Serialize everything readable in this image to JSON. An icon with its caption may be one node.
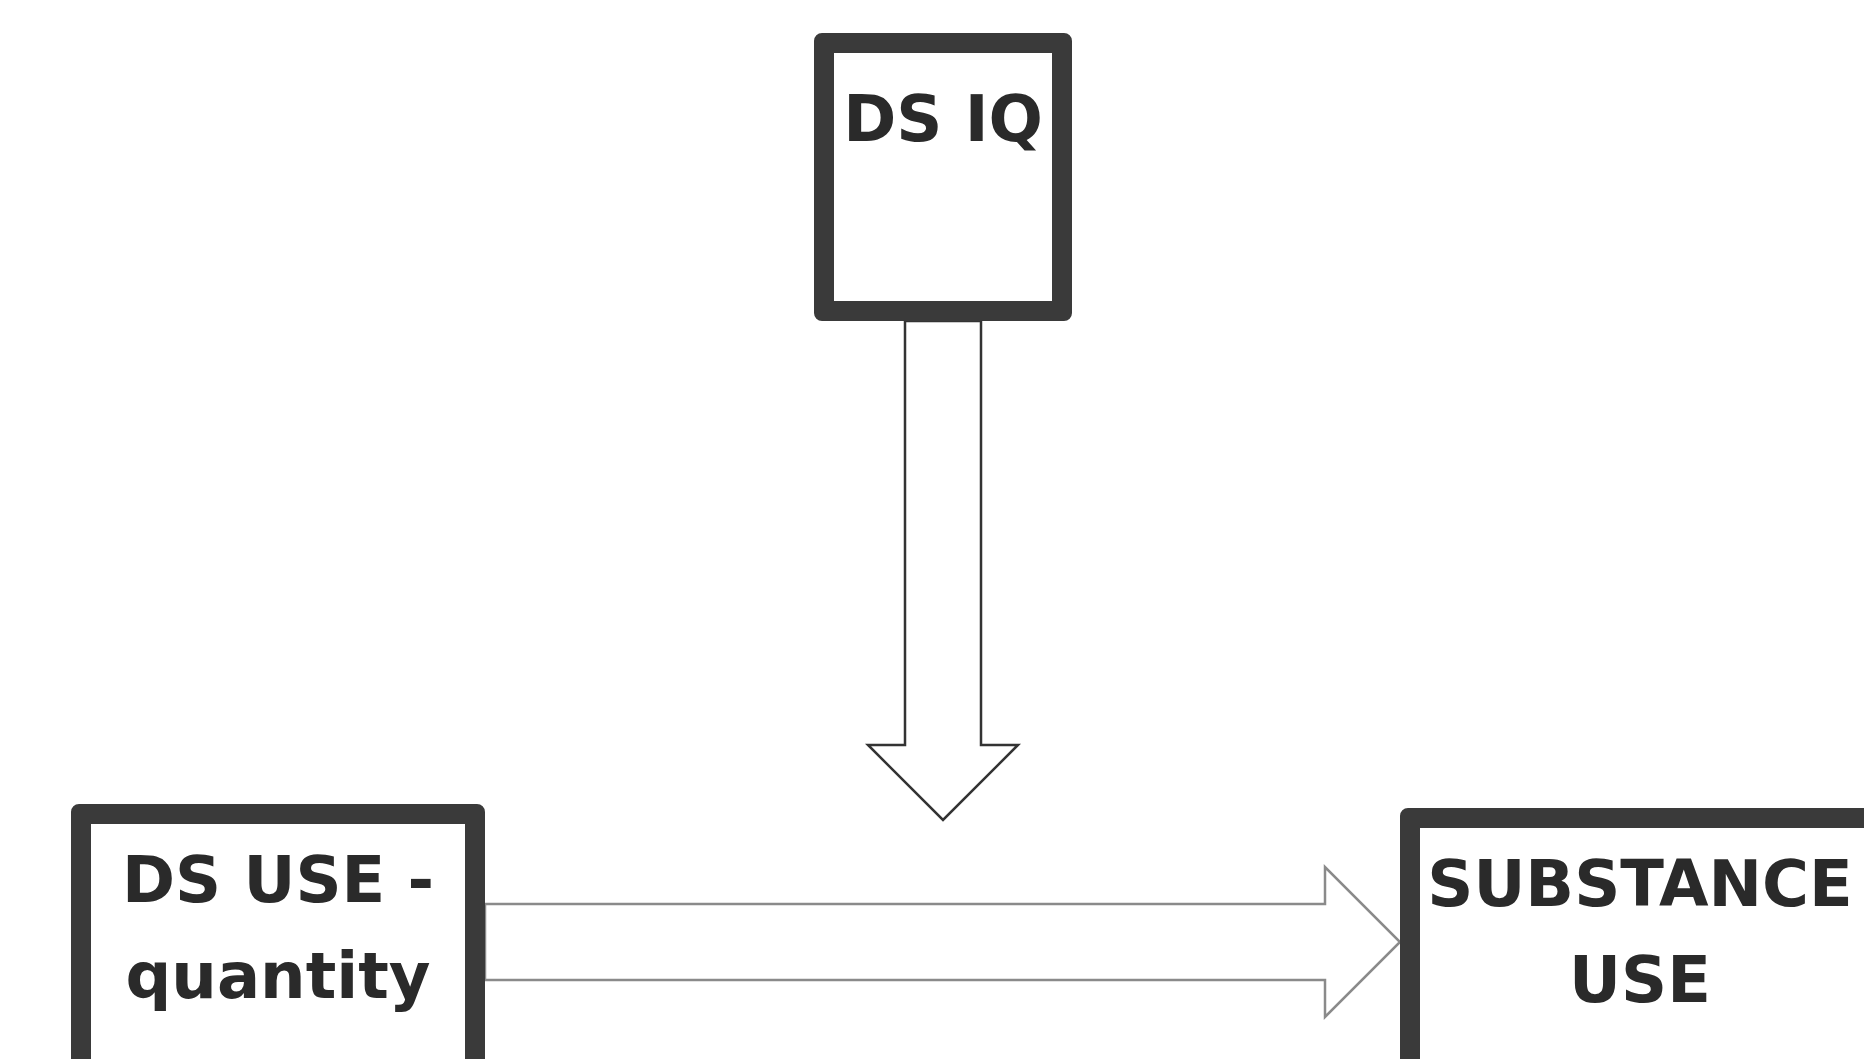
{
  "diagram": {
    "nodes": [
      {
        "text": [
          "DS IQ"
        ]
      },
      {
        "text": [
          "DS USE - quantity"
        ]
      },
      {
        "text": [
          "SUBSTANCE USE"
        ]
      }
    ],
    "edges": [
      {
        "from": 0,
        "to": null,
        "arrow": "to"
      },
      {
        "from": 1,
        "to": 2,
        "arrow": "to"
      }
    ]
  }
}
